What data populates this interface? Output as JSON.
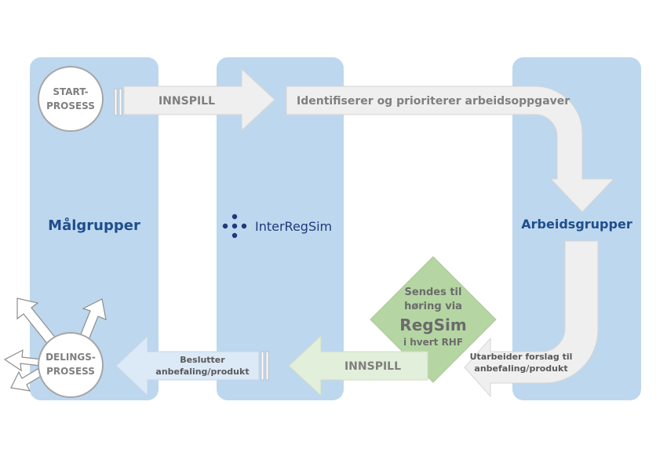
{
  "columns": {
    "left": "Målgrupper",
    "middle": "InterRegSim",
    "right": "Arbeidsgrupper"
  },
  "start_circle": [
    "START-",
    "PROSESS"
  ],
  "share_circle": [
    "DELINGS-",
    "PROSESS"
  ],
  "top_arrow_label": "INNSPILL",
  "top_flow_label": "Identifiserer og prioriterer arbeidsoppgaver",
  "bottom_right_label": [
    "Utarbeider forslag til",
    "anbefaling/produkt"
  ],
  "diamond": {
    "line1": "Sendes til",
    "line2": "høring via",
    "line3": "RegSim",
    "line4": "i hvert RHF"
  },
  "bottom_green_label": "INNSPILL",
  "bottom_blue_label": [
    "Beslutter",
    "anbefaling/produkt"
  ],
  "colors": {
    "column_blue": "#bdd7ee",
    "title_blue": "#1f4e8c",
    "diamond_green": "#b5d6a3"
  }
}
